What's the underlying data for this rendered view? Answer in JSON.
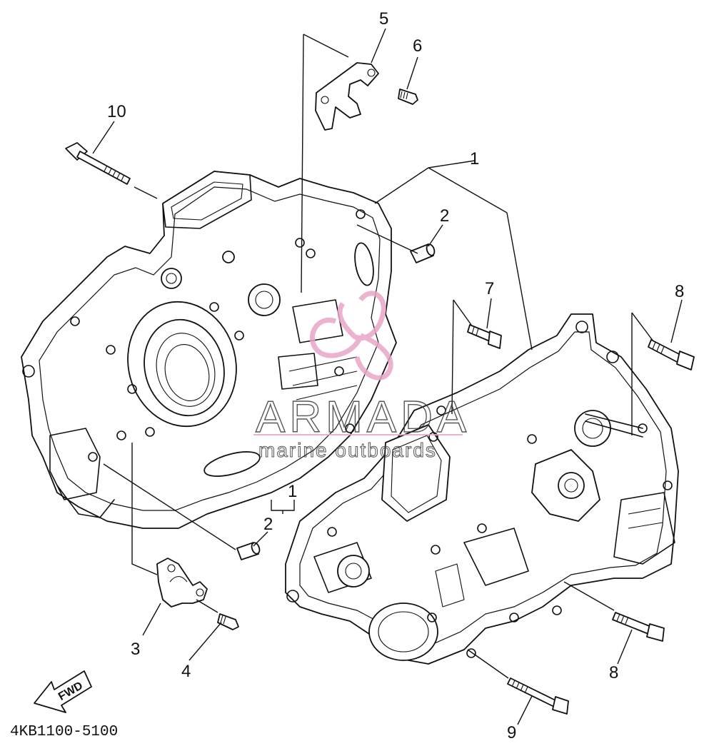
{
  "diagram": {
    "part_code": "4KB1100-5100",
    "fwd_label": "FWD",
    "callouts": [
      {
        "id": "c1a",
        "text": "1"
      },
      {
        "id": "c1b",
        "text": "1"
      },
      {
        "id": "c2a",
        "text": "2"
      },
      {
        "id": "c2b",
        "text": "2"
      },
      {
        "id": "c3",
        "text": "3"
      },
      {
        "id": "c4",
        "text": "4"
      },
      {
        "id": "c5",
        "text": "5"
      },
      {
        "id": "c6",
        "text": "6"
      },
      {
        "id": "c7",
        "text": "7"
      },
      {
        "id": "c8a",
        "text": "8"
      },
      {
        "id": "c8b",
        "text": "8"
      },
      {
        "id": "c9",
        "text": "9"
      },
      {
        "id": "c10",
        "text": "10"
      }
    ]
  },
  "watermark": {
    "title": "ARMADA",
    "subtitle": "marine outboards",
    "logo_color": "#e8a6c8"
  }
}
